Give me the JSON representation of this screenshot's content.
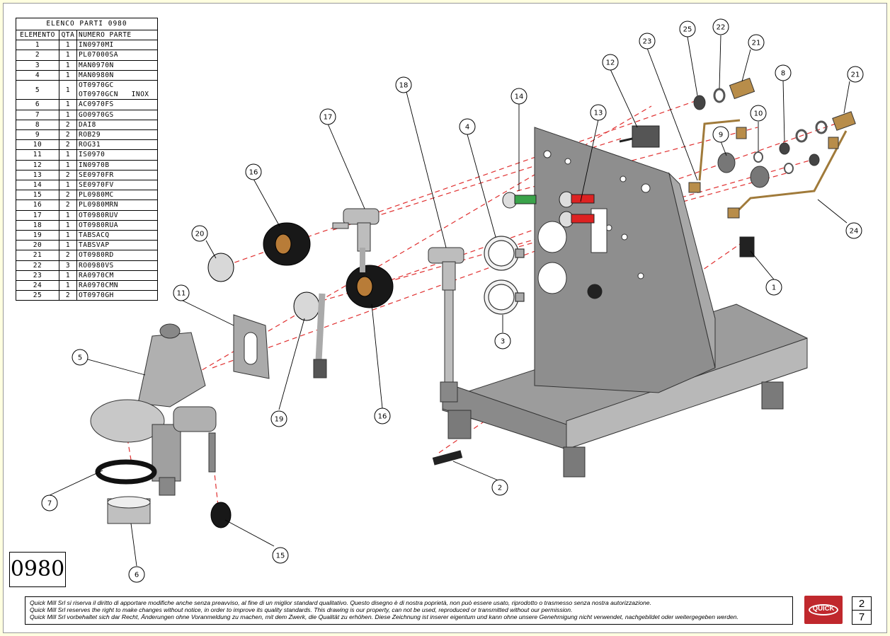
{
  "parts_table": {
    "title": "ELENCO PARTI 0980",
    "headers": [
      "ELEMENTO",
      "QTA",
      "NUMERO PARTE"
    ],
    "rows": [
      {
        "item": "1",
        "qty": "1",
        "part": "IN0970MI"
      },
      {
        "item": "2",
        "qty": "1",
        "part": "PL07000SA"
      },
      {
        "item": "3",
        "qty": "1",
        "part": "MAN0970N"
      },
      {
        "item": "4",
        "qty": "1",
        "part": "MAN0980N"
      },
      {
        "item": "5",
        "qty": "1",
        "part": "OT0970GC",
        "part2": "OT0970GCN   INOX"
      },
      {
        "item": "6",
        "qty": "1",
        "part": "AC0970FS"
      },
      {
        "item": "7",
        "qty": "1",
        "part": "GO0970GS"
      },
      {
        "item": "8",
        "qty": "2",
        "part": "DAI8"
      },
      {
        "item": "9",
        "qty": "2",
        "part": "ROB29"
      },
      {
        "item": "10",
        "qty": "2",
        "part": "ROG31"
      },
      {
        "item": "11",
        "qty": "1",
        "part": "IS0970"
      },
      {
        "item": "12",
        "qty": "1",
        "part": "IN0970B"
      },
      {
        "item": "13",
        "qty": "2",
        "part": "SE0970FR"
      },
      {
        "item": "14",
        "qty": "1",
        "part": "SE0970FV"
      },
      {
        "item": "15",
        "qty": "2",
        "part": "PL0980MC"
      },
      {
        "item": "16",
        "qty": "2",
        "part": "PL0980MRN"
      },
      {
        "item": "17",
        "qty": "1",
        "part": "OT0980RUV"
      },
      {
        "item": "18",
        "qty": "1",
        "part": "OT0980RUA"
      },
      {
        "item": "19",
        "qty": "1",
        "part": "TABSACQ"
      },
      {
        "item": "20",
        "qty": "1",
        "part": "TABSVAP"
      },
      {
        "item": "21",
        "qty": "2",
        "part": "OT0980RD"
      },
      {
        "item": "22",
        "qty": "3",
        "part": "RO0980VS"
      },
      {
        "item": "23",
        "qty": "1",
        "part": "RA0970CM"
      },
      {
        "item": "24",
        "qty": "1",
        "part": "RA0970CMN"
      },
      {
        "item": "25",
        "qty": "2",
        "part": "OT0970GH"
      }
    ]
  },
  "callouts": [
    "1",
    "2",
    "3",
    "4",
    "5",
    "6",
    "7",
    "8",
    "9",
    "10",
    "11",
    "12",
    "13",
    "14",
    "15",
    "16",
    "16",
    "17",
    "18",
    "19",
    "20",
    "21",
    "21",
    "22",
    "23",
    "24",
    "25"
  ],
  "drawing_code": "0980",
  "footer": {
    "line_it": "Quick Mill Srl si riserva il diritto di apportare modifiche anche senza preavviso, al fine di un miglior standard qualitativo. Questo disegno è di nostra poprietà, non può essere usato, riprodotto o trasmesso senza nostra autorizzazione.",
    "line_en": "Quick Mill Srl reserves the right to make changes without notice, in order to improve its quality standards. This drawing is our property, can not be used, reproduced or transmitted without our permission.",
    "line_de": "Quick Mill Srl vorbehaltet sich dar Recht, Änderungen ohne Voranmeldung zu machen, mit dem Zwerk, die Qualität zu erhöhen. Diese Zeichnung ist inserer eigentum und kann ohne unsere Genehmigung nicht verwendet, nachgebildet oder weitergegeben werden."
  },
  "logo_text": "QUICK",
  "page": {
    "current": "2",
    "total": "7"
  },
  "colors": {
    "background": "#ffffe0",
    "accent": "#c0282d",
    "dash": "#e03030",
    "metal": "#9a9a9a"
  }
}
